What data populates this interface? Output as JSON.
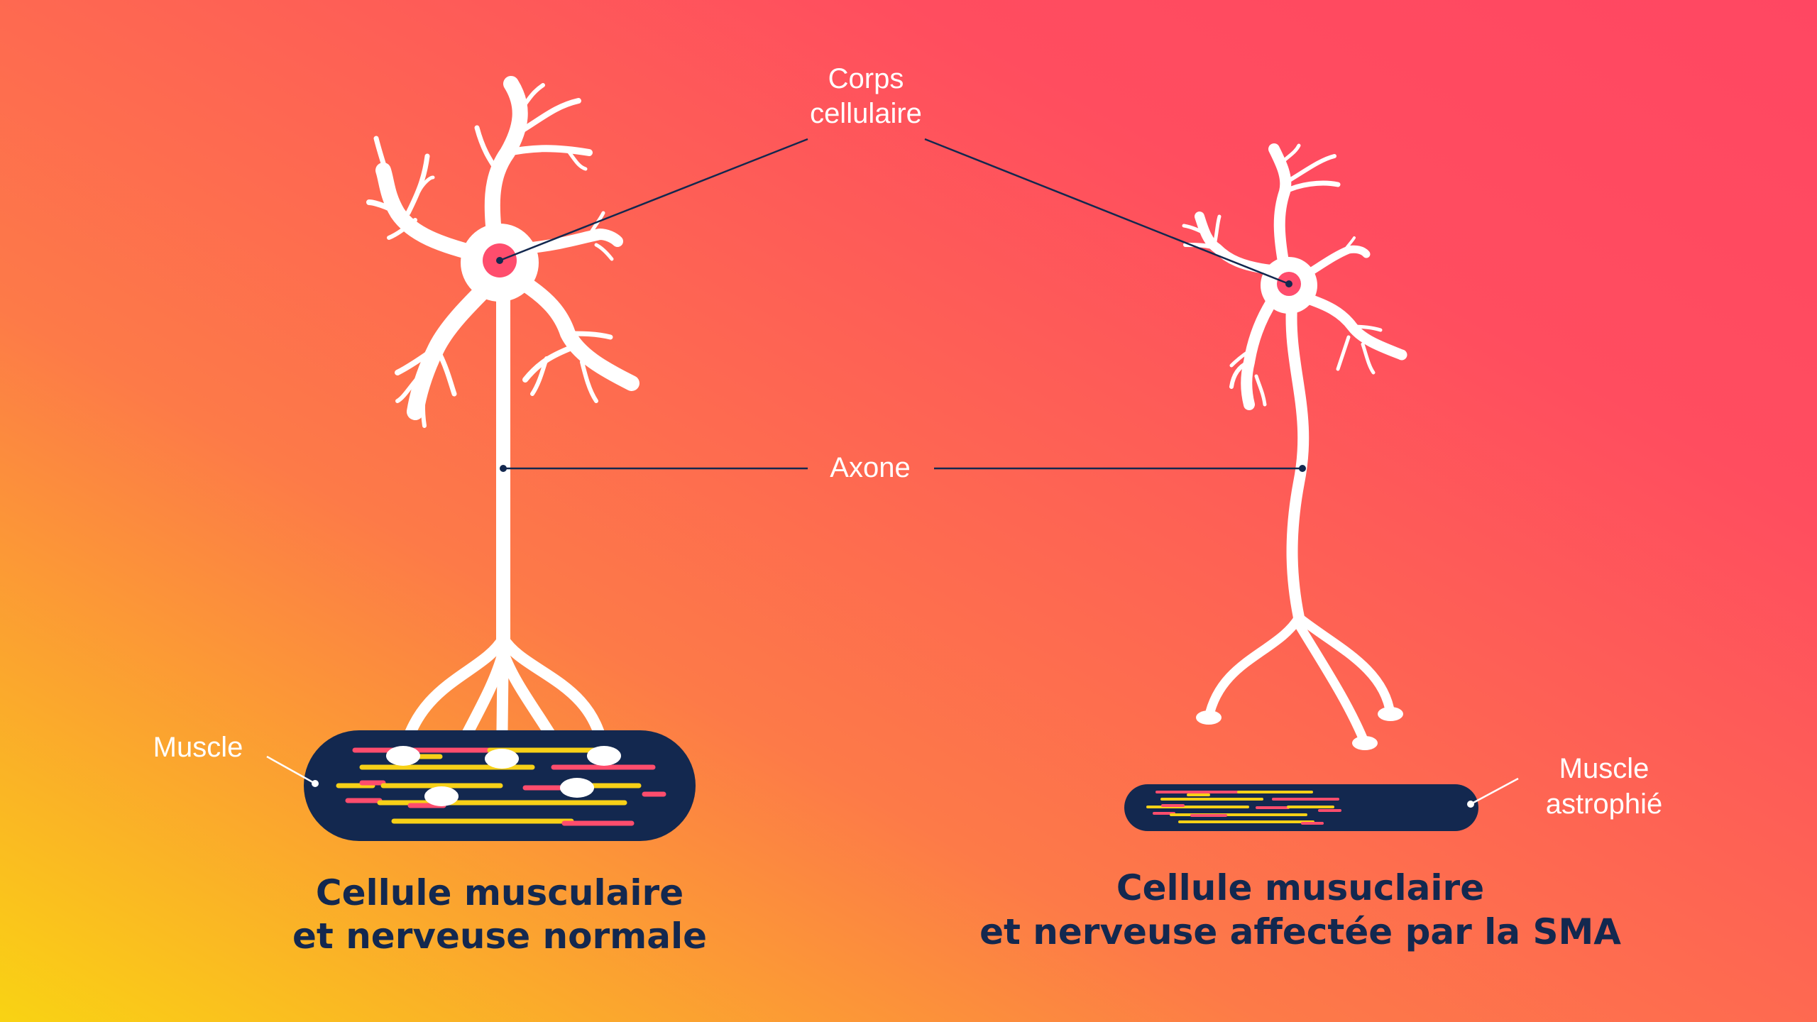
{
  "labels": {
    "cell_body_line1": "Corps",
    "cell_body_line2": "cellulaire",
    "axon": "Axone",
    "muscle": "Muscle",
    "atrophied_muscle_line1": "Muscle",
    "atrophied_muscle_line2": "astrophié"
  },
  "captions": {
    "normal_line1": "Cellule musculaire",
    "normal_line2": "et nerveuse normale",
    "sma_line1": "Cellule musuclaire",
    "sma_line2": "et nerveuse affectée par la SMA"
  },
  "colors": {
    "bg_yellow": "#f9d313",
    "bg_orange": "#fd7a48",
    "bg_pink": "#ff4762",
    "navy": "#13284f",
    "nucleus": "#ff4d6d"
  }
}
